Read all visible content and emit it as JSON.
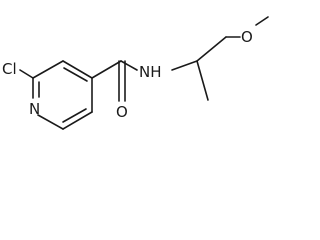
{
  "molecule": {
    "atoms": {
      "chlorine": "Cl",
      "ring_nitrogen": "N",
      "amide_nh": "NH",
      "carbonyl_oxygen": "O",
      "ether_oxygen": "O"
    }
  }
}
